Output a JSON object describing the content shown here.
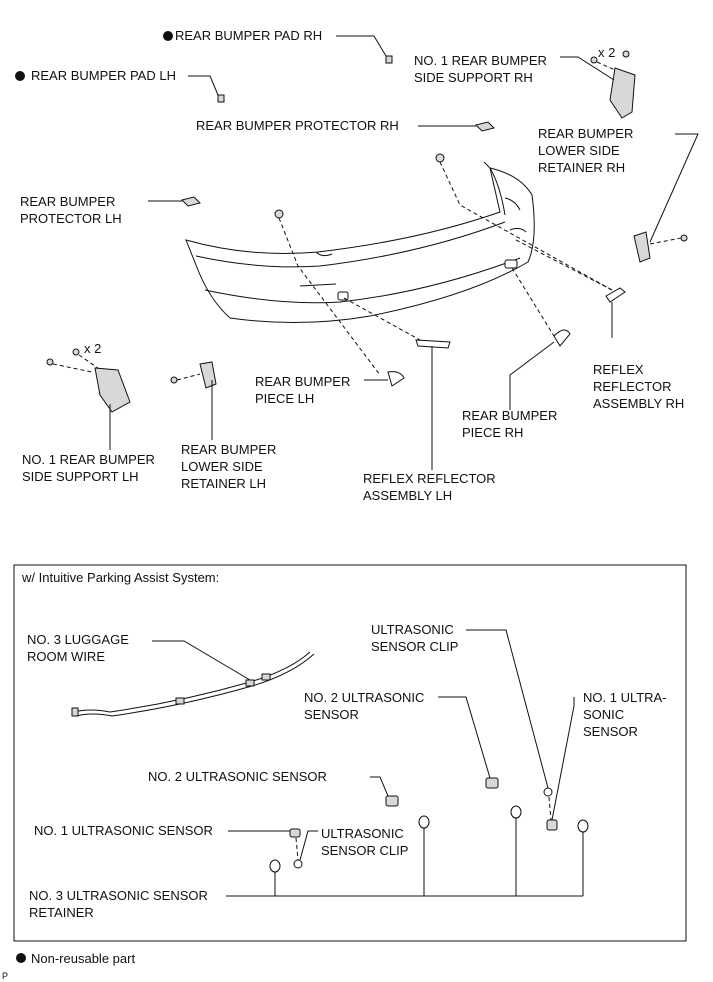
{
  "labels": {
    "pad_rh": "REAR BUMPER PAD RH",
    "pad_lh": "REAR BUMPER PAD LH",
    "side_support_rh": [
      "NO. 1 REAR BUMPER",
      "SIDE SUPPORT RH"
    ],
    "protector_rh": "REAR BUMPER PROTECTOR RH",
    "lower_retainer_rh": [
      "REAR BUMPER",
      "LOWER SIDE",
      "RETAINER RH"
    ],
    "protector_lh": [
      "REAR BUMPER",
      "PROTECTOR LH"
    ],
    "qty_rh": "x 2",
    "qty_lh": "x 2",
    "reflex_rh": [
      "REFLEX",
      "REFLECTOR",
      "ASSEMBLY RH"
    ],
    "piece_lh": [
      "REAR BUMPER",
      "PIECE LH"
    ],
    "piece_rh": [
      "REAR BUMPER",
      "PIECE RH"
    ],
    "side_support_lh": [
      "NO. 1 REAR BUMPER",
      "SIDE SUPPORT LH"
    ],
    "lower_retainer_lh": [
      "REAR BUMPER",
      "LOWER SIDE",
      "RETAINER LH"
    ],
    "reflex_lh": [
      "REFLEX REFLECTOR",
      "ASSEMBLY LH"
    ]
  },
  "ipa_box": {
    "title": "w/ Intuitive Parking Assist System:",
    "luggage_wire": [
      "NO. 3 LUGGAGE",
      "ROOM WIRE"
    ],
    "us_clip_top": [
      "ULTRASONIC",
      "SENSOR CLIP"
    ],
    "no1_us_right": [
      "NO. 1 ULTRA-",
      "SONIC",
      "SENSOR"
    ],
    "no2_us_mid": [
      "NO. 2 ULTRASONIC",
      "SENSOR"
    ],
    "no2_us_left": "NO. 2 ULTRASONIC SENSOR",
    "no1_us_left": "NO. 1 ULTRASONIC SENSOR",
    "us_clip_bottom": [
      "ULTRASONIC",
      "SENSOR CLIP"
    ],
    "no3_retainer": [
      "NO. 3 ULTRASONIC SENSOR",
      "RETAINER"
    ]
  },
  "legend": "Non-reusable part",
  "corner_mark": "P"
}
